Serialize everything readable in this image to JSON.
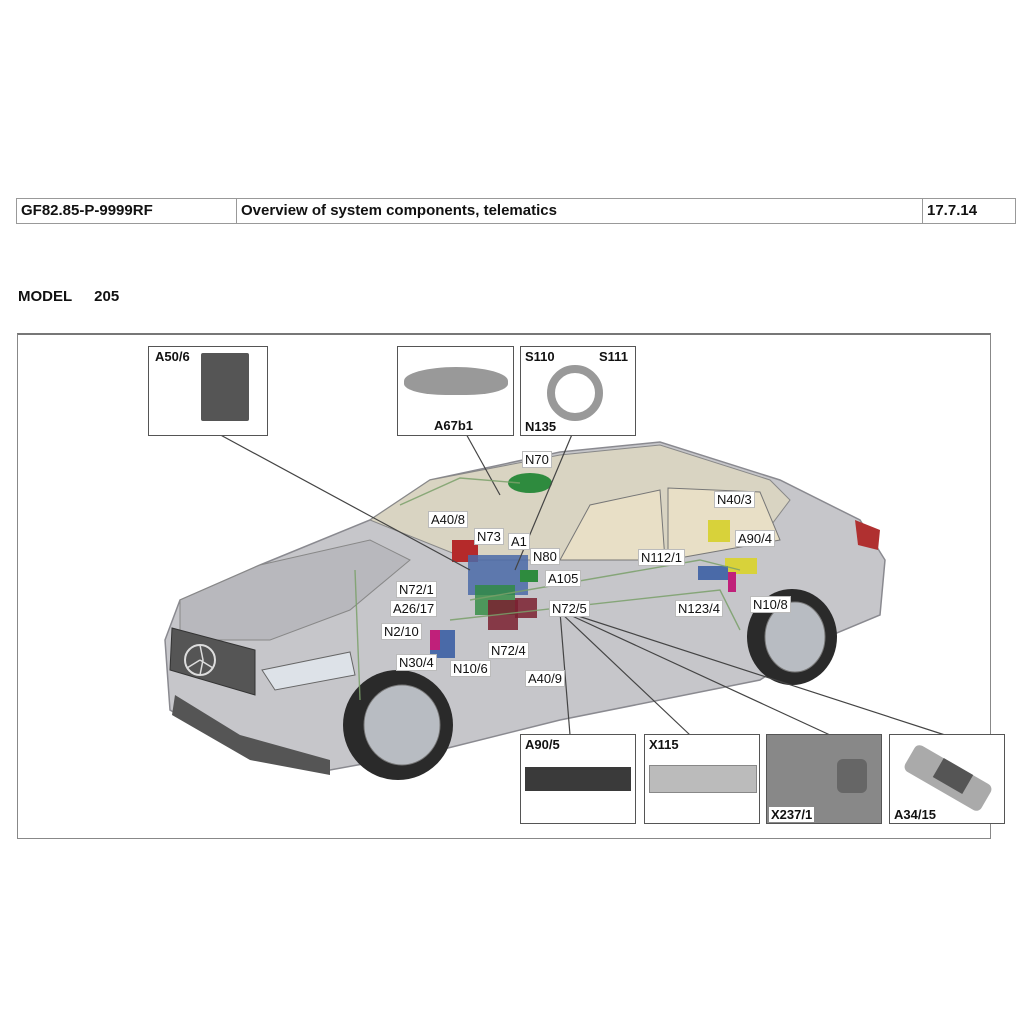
{
  "header": {
    "doc_id": "GF82.85-P-9999RF",
    "title": "Overview of system components, telematics",
    "date": "17.7.14"
  },
  "model": {
    "label": "MODEL",
    "value": "205"
  },
  "insets": {
    "a50_6": "A50/6",
    "a67b1": "A67b1",
    "s110": "S110",
    "s111": "S111",
    "n135": "N135",
    "a90_5": "A90/5",
    "x115": "X115",
    "x237_1": "X237/1",
    "a34_15": "A34/15"
  },
  "callouts": {
    "n70": "N70",
    "a40_8": "A40/8",
    "n73": "N73",
    "a1": "A1",
    "n80": "N80",
    "a105": "A105",
    "n72_1": "N72/1",
    "a26_17": "A26/17",
    "n2_10": "N2/10",
    "n30_4": "N30/4",
    "n10_6": "N10/6",
    "n72_4": "N72/4",
    "n72_5": "N72/5",
    "a40_9": "A40/9",
    "n40_3": "N40/3",
    "a90_4": "A90/4",
    "n112_1": "N112/1",
    "n123_4": "N123/4",
    "n10_8": "N10/8"
  },
  "colors": {
    "car_body": "#c4c4c8",
    "green": "#2e8b3e",
    "red": "#b52a2a",
    "blue": "#4a6aa8",
    "yellow": "#d8d23a",
    "magenta": "#c0207a"
  }
}
